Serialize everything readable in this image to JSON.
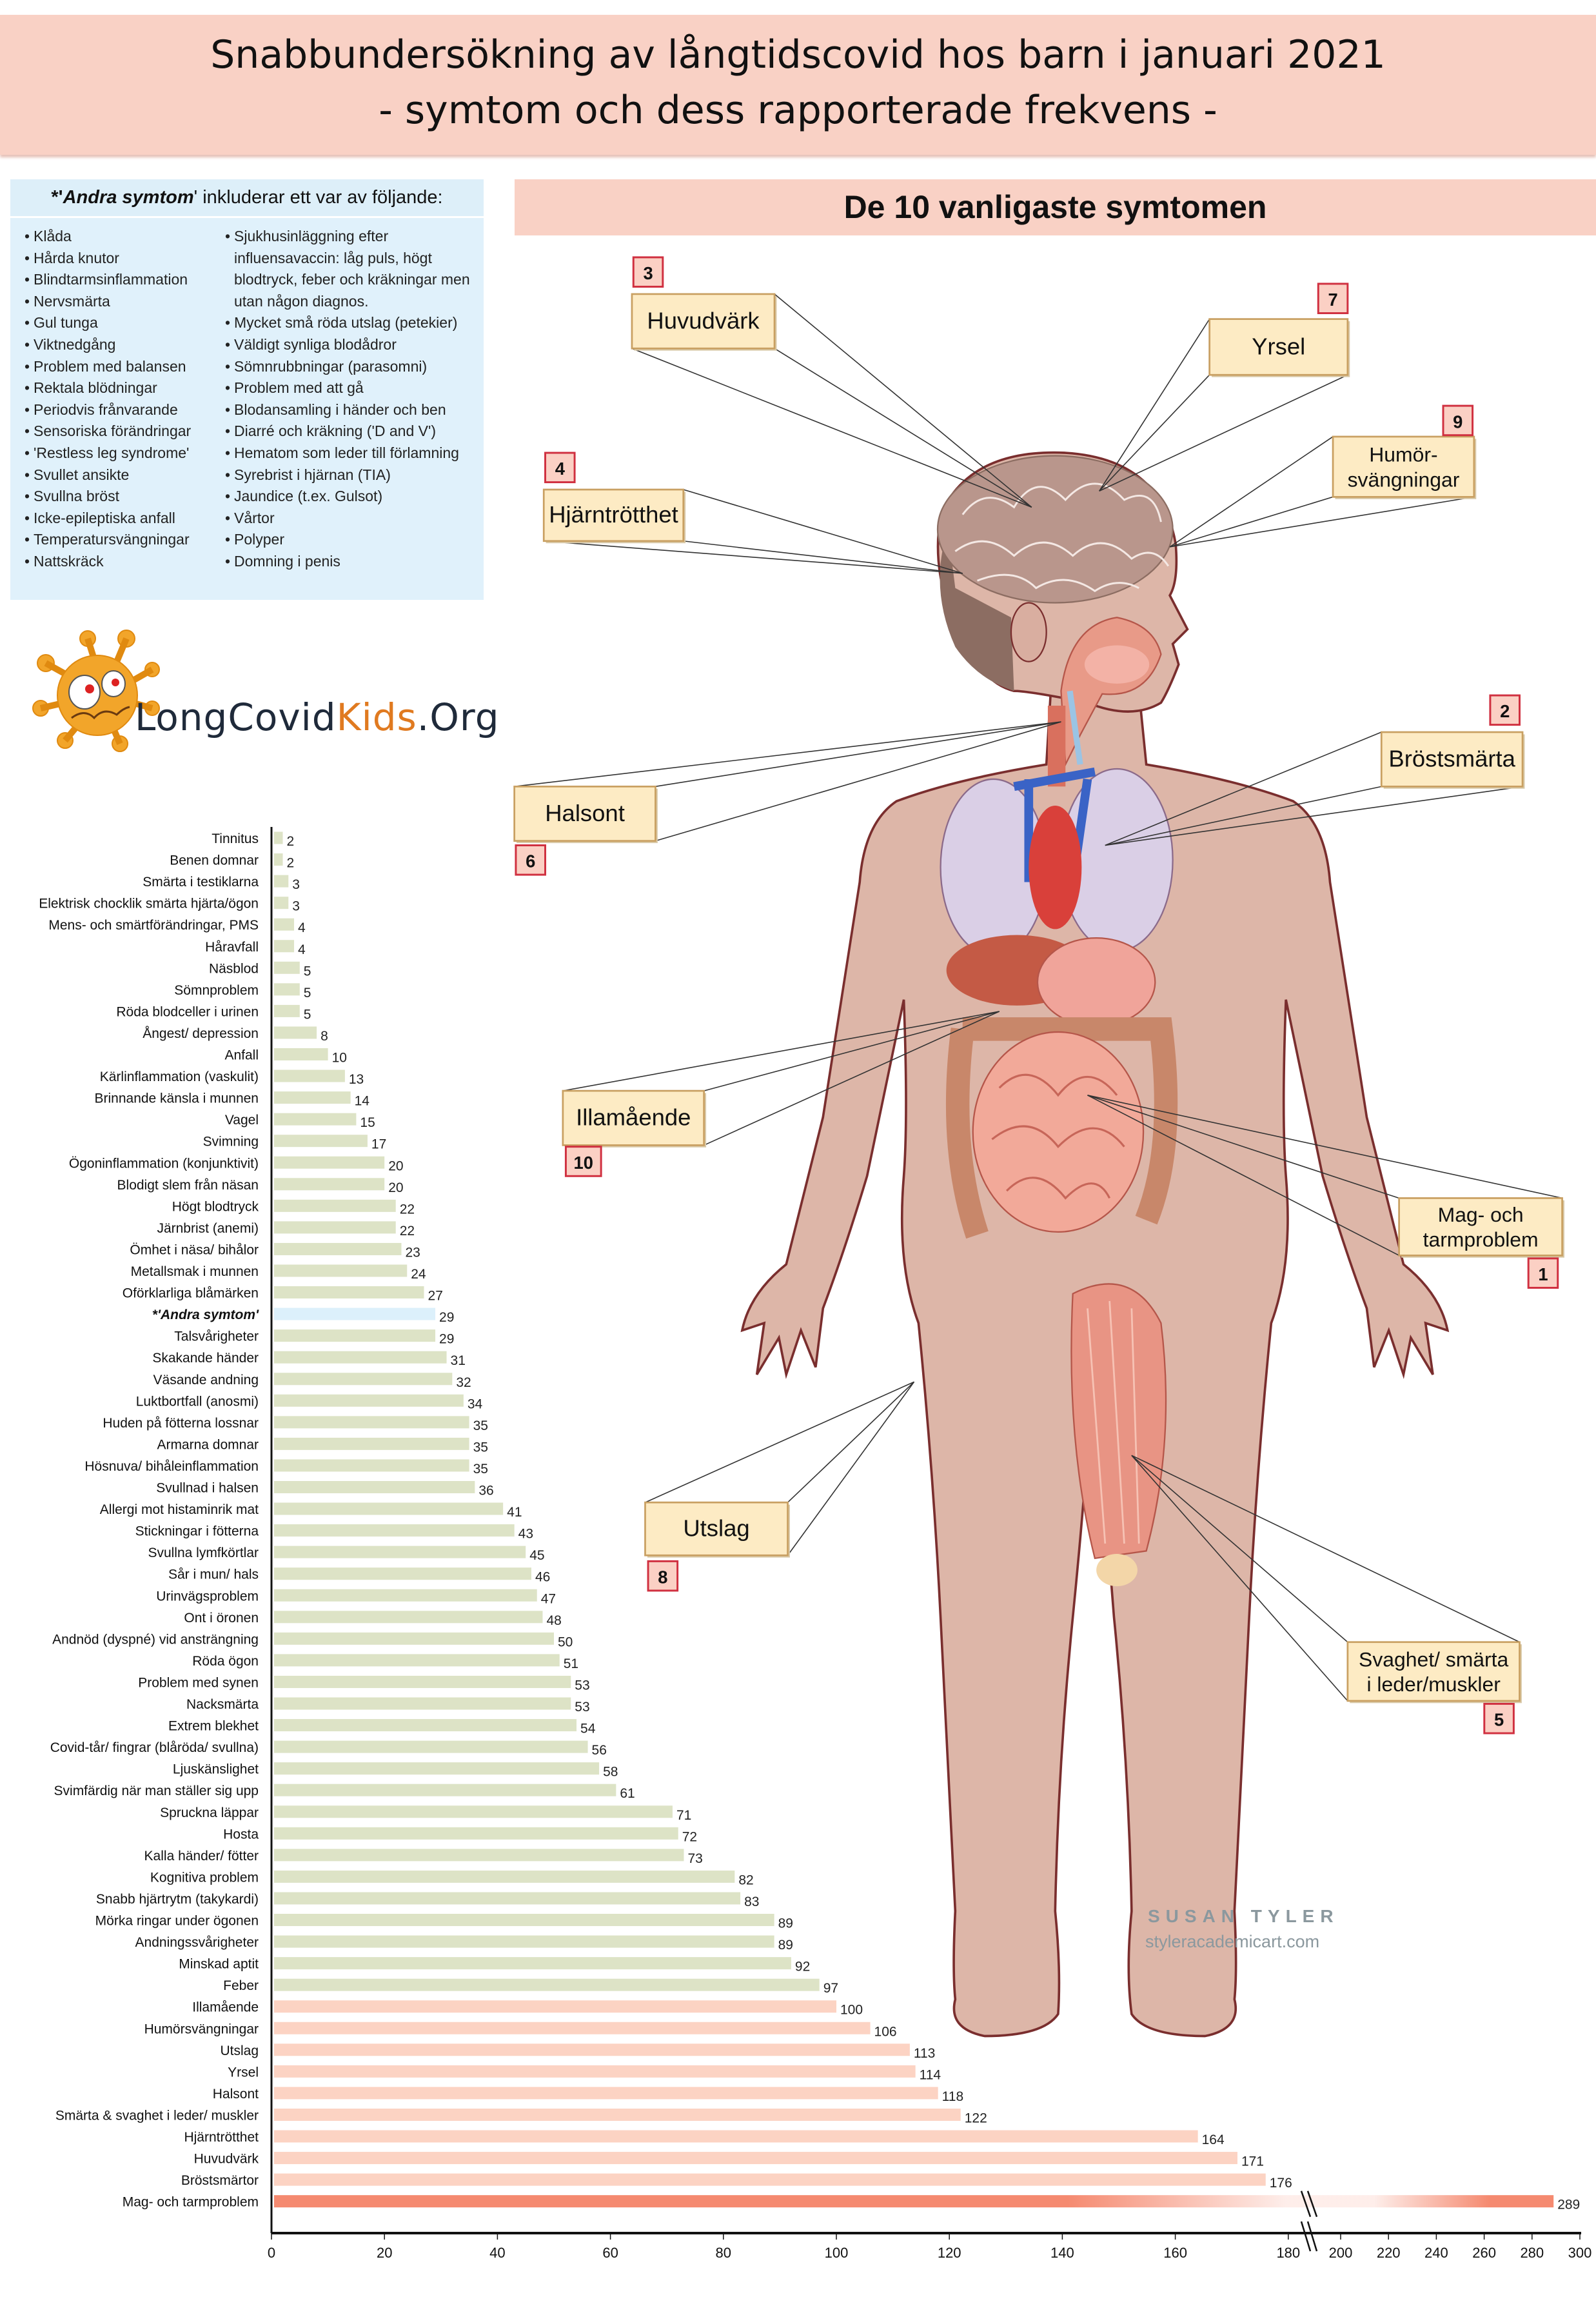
{
  "header": {
    "title_line1": "Snabbundersökning av långtidscovid hos barn i januari 2021",
    "title_line2": "- symtom och dess rapporterade frekvens -"
  },
  "other_symptoms": {
    "heading_prefix": "*'",
    "heading_italic": "Andra symtom",
    "heading_rest": "' inkluderar ett var av följande:",
    "col1": [
      "Klåda",
      "Hårda knutor",
      "Blindtarmsinflammation",
      "Nervsmärta",
      "Gul tunga",
      "Viktnedgång",
      "Problem med balansen",
      "Rektala blödningar",
      "Periodvis frånvarande",
      "Sensoriska förändringar",
      "'Restless leg syndrome'",
      "Svullet ansikte",
      "Svullna bröst",
      "Icke-epileptiska anfall",
      "Temperatursvängningar",
      "Nattskräck"
    ],
    "col2": [
      "Sjukhusinläggning efter influensavaccin: låg puls, högt blodtryck, feber och kräkningar men utan någon diagnos.",
      "Mycket små röda utslag (petekier)",
      "Väldigt synliga blodådror",
      "Sömnrubbningar (parasomni)",
      "Problem med att gå",
      "Blodansamling i händer och ben",
      "Diarré och kräkning ('D and V')",
      "Hematom som leder till förlamning",
      "Syrebrist i hjärnan (TIA)",
      "Jaundice (t.ex. Gulsot)",
      "Vårtor",
      "Polyper",
      "Domning i penis"
    ]
  },
  "logo": {
    "part1": "LongCovid",
    "part2": "Kids",
    "part3": ".Org"
  },
  "top10": {
    "title": "De 10 vanligaste symtomen",
    "callouts": [
      {
        "rank": "3",
        "lines": [
          "Huvudvärk"
        ]
      },
      {
        "rank": "7",
        "lines": [
          "Yrsel"
        ]
      },
      {
        "rank": "9",
        "lines": [
          "Humör-",
          "svängningar"
        ]
      },
      {
        "rank": "4",
        "lines": [
          "Hjärntrötthet"
        ]
      },
      {
        "rank": "2",
        "lines": [
          "Bröstsmärta"
        ]
      },
      {
        "rank": "6",
        "lines": [
          "Halsont"
        ]
      },
      {
        "rank": "10",
        "lines": [
          "Illamående"
        ]
      },
      {
        "rank": "1",
        "lines": [
          "Mag- och",
          "tarmproblem"
        ]
      },
      {
        "rank": "8",
        "lines": [
          "Utslag"
        ]
      },
      {
        "rank": "5",
        "lines": [
          "Svaghet/ smärta",
          "i leder/muskler"
        ]
      }
    ]
  },
  "watermark": {
    "name": "SUSAN TYLER",
    "url": "styleracademicart.com"
  },
  "colors": {
    "header": "#f9d1c5",
    "bar_other": "#dde3c6",
    "bar_andra": "#dcf0fb",
    "bar_top10": "#fcd3c3",
    "bar_top1": "#f58a70",
    "callout": "#fdebc4",
    "badge": "#fbd0c4"
  },
  "chart_data": {
    "type": "bar",
    "orientation": "horizontal",
    "title": "",
    "xlabel": "",
    "ylabel": "",
    "xlim": [
      0,
      300
    ],
    "axis_break": [
      180,
      200
    ],
    "xticks": [
      0,
      20,
      40,
      60,
      80,
      100,
      120,
      140,
      160,
      180,
      200,
      220,
      240,
      260,
      280,
      300
    ],
    "categories": [
      "Tinnitus",
      "Benen domnar",
      "Smärta i testiklarna",
      "Elektrisk chocklik smärta hjärta/ögon",
      "Mens- och smärtförändringar, PMS",
      "Håravfall",
      "Näsblod",
      "Sömnproblem",
      "Röda blodceller i urinen",
      "Ångest/ depression",
      "Anfall",
      "Kärlinflammation (vaskulit)",
      "Brinnande känsla i munnen",
      "Vagel",
      "Svimning",
      "Ögoninflammation (konjunktivit)",
      "Blodigt slem från näsan",
      "Högt blodtryck",
      "Järnbrist (anemi)",
      "Ömhet i näsa/ bihålor",
      "Metallsmak i munnen",
      "Oförklarliga blåmärken",
      "*'Andra symtom'",
      "Talsvårigheter",
      "Skakande händer",
      "Väsande andning",
      "Luktbortfall (anosmi)",
      "Huden på fötterna lossnar",
      "Armarna domnar",
      "Hösnuva/ bihåleinflammation",
      "Svullnad i halsen",
      "Allergi mot histaminrik mat",
      "Stickningar i fötterna",
      "Svullna lymfkörtlar",
      "Sår i mun/ hals",
      "Urinvägsproblem",
      "Ont i öronen",
      "Andnöd (dyspné) vid ansträngning",
      "Röda ögon",
      "Problem med synen",
      "Nacksmärta",
      "Extrem blekhet",
      "Covid-tår/ fingrar (blåröda/ svullna)",
      "Ljuskänslighet",
      "Svimfärdig när man ställer sig upp",
      "Spruckna läppar",
      "Hosta",
      "Kalla händer/ fötter",
      "Kognitiva problem",
      "Snabb hjärtrytm (takykardi)",
      "Mörka ringar under ögonen",
      "Andningssvårigheter",
      "Minskad aptit",
      "Feber",
      "Illamående",
      "Humörsvängningar",
      "Utslag",
      "Yrsel",
      "Halsont",
      "Smärta & svaghet i leder/ muskler",
      "Hjärntrötthet",
      "Huvudvärk",
      "Bröstsmärtor",
      "Mag- och tarmproblem"
    ],
    "values": [
      2,
      2,
      3,
      3,
      4,
      4,
      5,
      5,
      5,
      8,
      10,
      13,
      14,
      15,
      17,
      20,
      20,
      22,
      22,
      23,
      24,
      27,
      29,
      29,
      31,
      32,
      34,
      35,
      35,
      35,
      36,
      41,
      43,
      45,
      46,
      47,
      48,
      50,
      51,
      53,
      53,
      54,
      56,
      58,
      61,
      71,
      72,
      73,
      82,
      83,
      89,
      89,
      92,
      97,
      100,
      106,
      113,
      114,
      118,
      122,
      164,
      171,
      176,
      289
    ],
    "highlight": {
      "andra_index": 22,
      "top10_from_index": 54,
      "top1_index": 63
    }
  }
}
